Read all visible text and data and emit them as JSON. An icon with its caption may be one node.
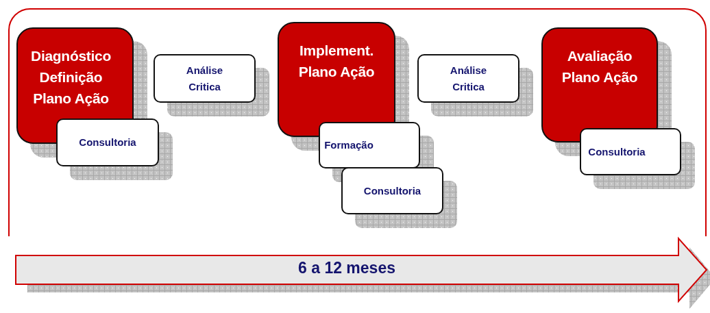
{
  "diagram": {
    "nodes": [
      {
        "text": [
          "Diagnóstico Definição Plano Ação"
        ]
      },
      {
        "text": [
          "Consultoria"
        ]
      },
      {
        "text": [
          "Análise Critica"
        ]
      },
      {
        "text": [
          "Implement. Plano Ação"
        ]
      },
      {
        "text": [
          "Formação"
        ]
      },
      {
        "text": [
          "Consultoria"
        ]
      },
      {
        "text": [
          "Análise Critica"
        ]
      },
      {
        "text": [
          "Avaliação Plano Ação"
        ]
      },
      {
        "text": [
          "Consultoria"
        ]
      },
      {
        "text": [
          "6 a 12 meses"
        ]
      }
    ]
  }
}
